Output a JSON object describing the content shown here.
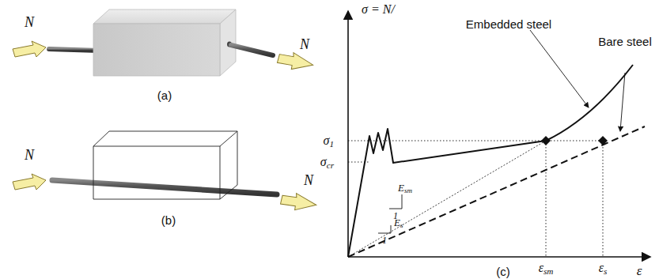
{
  "diagram": {
    "labels": [
      "N",
      "N",
      "(a)",
      "N",
      "N",
      "(b)",
      "σ = N/",
      "Embedded steel",
      "Bare steel",
      "σ1",
      "σcr",
      "Esm",
      "1",
      "Es",
      "1",
      "εsm",
      "εs",
      "ε",
      "(c)"
    ]
  }
}
